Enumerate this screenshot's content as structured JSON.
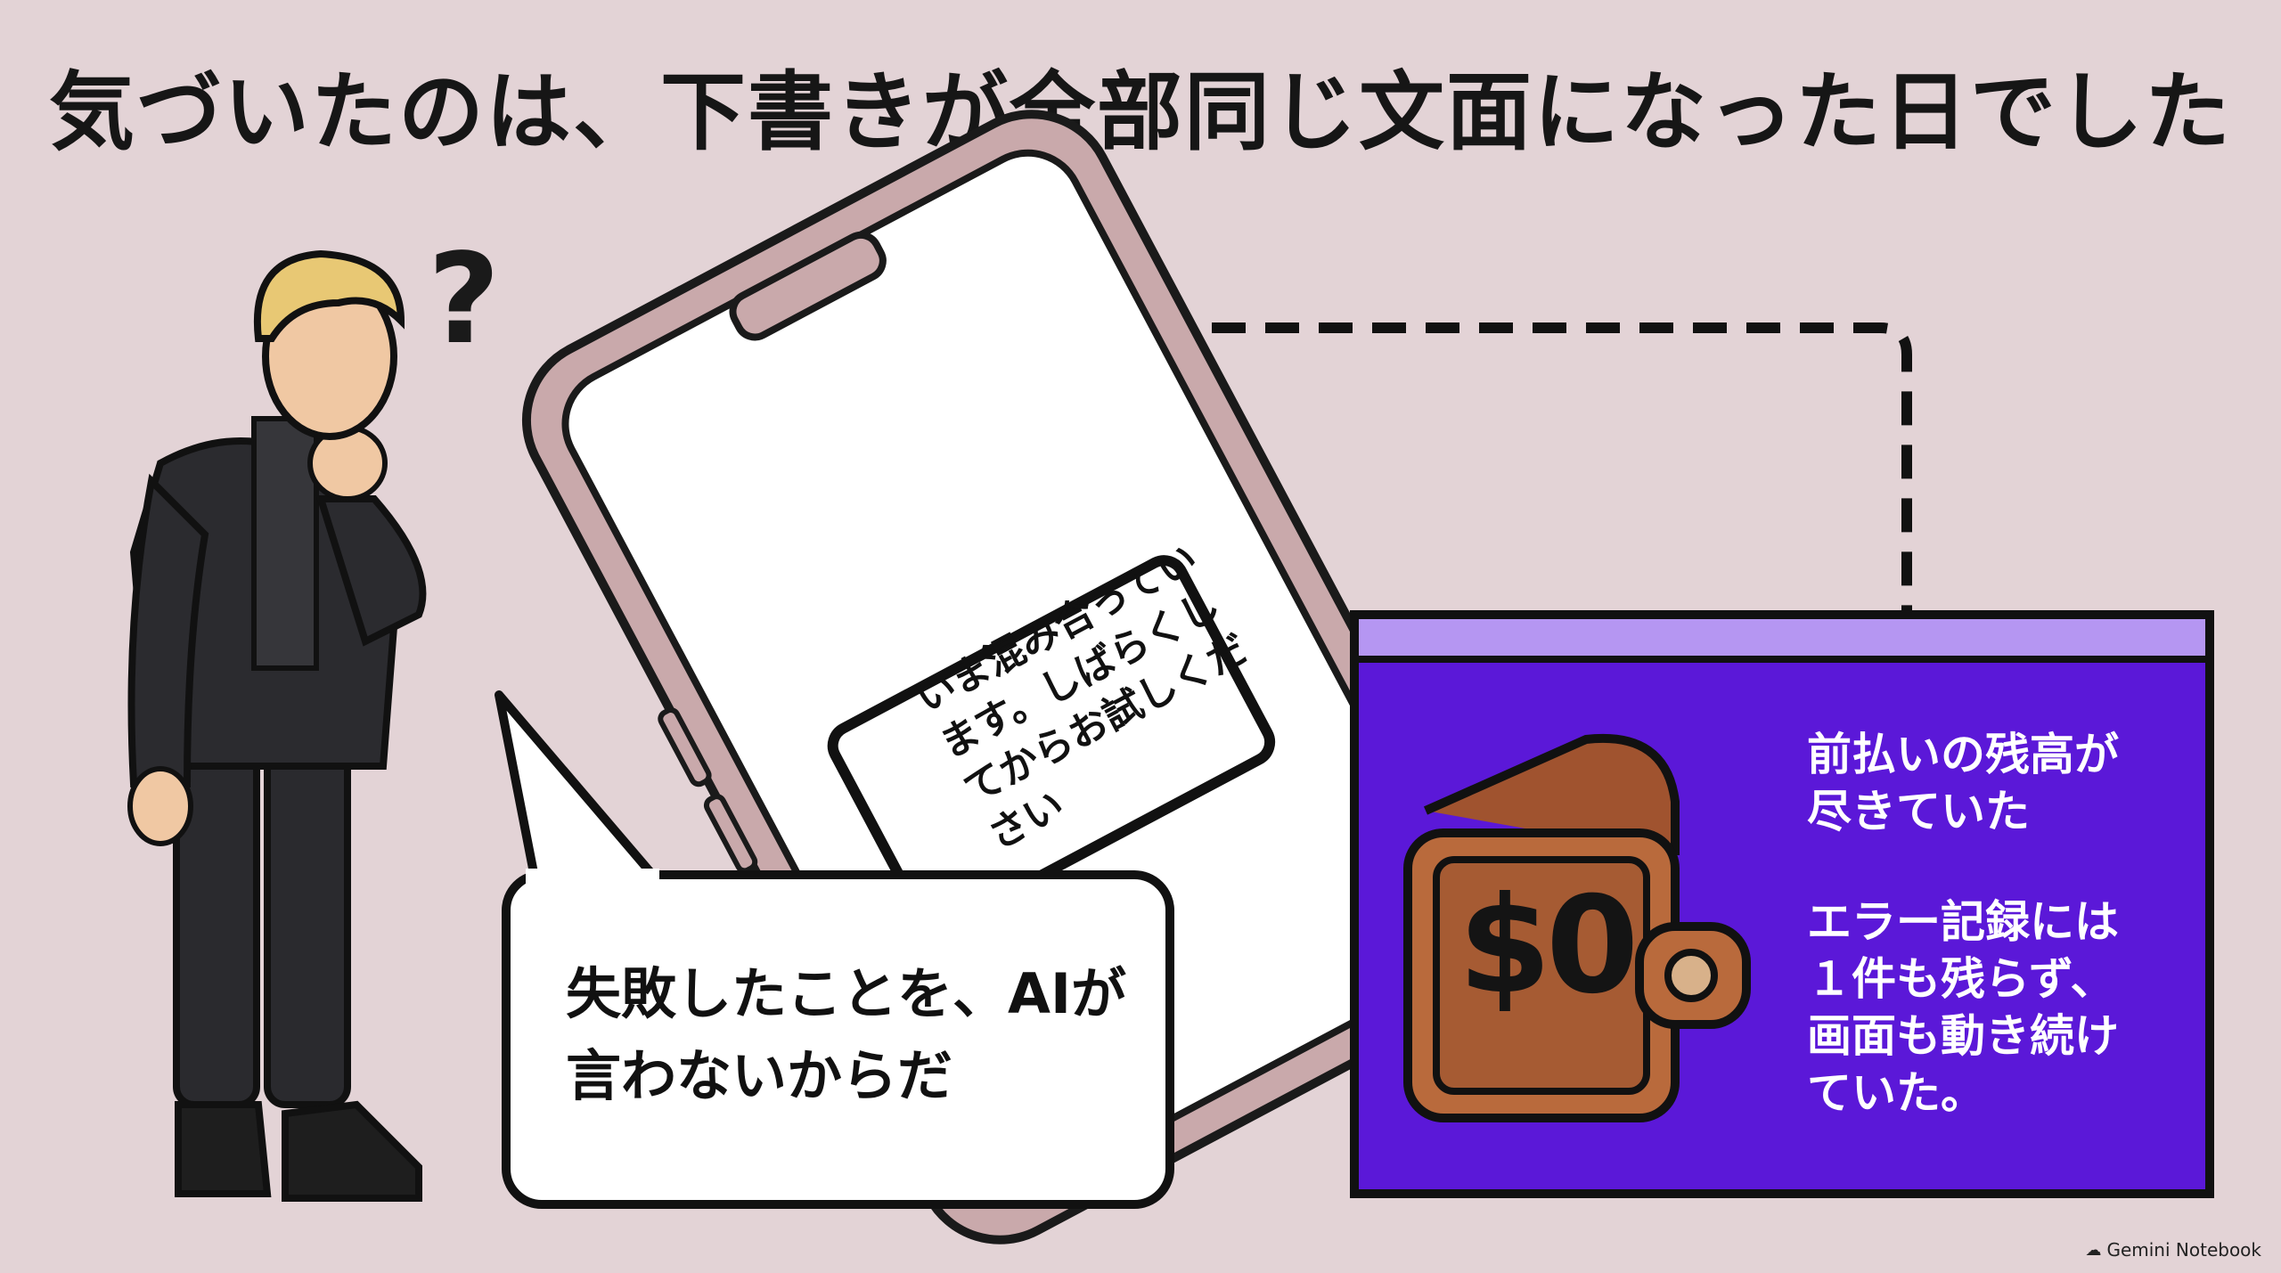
{
  "title": "気づいたのは、下書きが全部同じ文面になった日でした",
  "phone": {
    "screen_message": "いま混み合っています。しばらくしてからお試しください"
  },
  "speech_bubble": {
    "text": "失敗したことを、AIが言わないからだ"
  },
  "panel": {
    "line1": "前払いの残高が\n尽きていた",
    "line2": "エラー記録には\n１件も残らず、\n画面も動き続け\nていた。",
    "wallet_amount": "$0",
    "accent_color": "#5b18d8",
    "header_color": "#b596f2"
  },
  "person": {
    "thought_mark": "?"
  },
  "brand": {
    "icon": "gemini-icon",
    "label": "Gemini Notebook"
  }
}
